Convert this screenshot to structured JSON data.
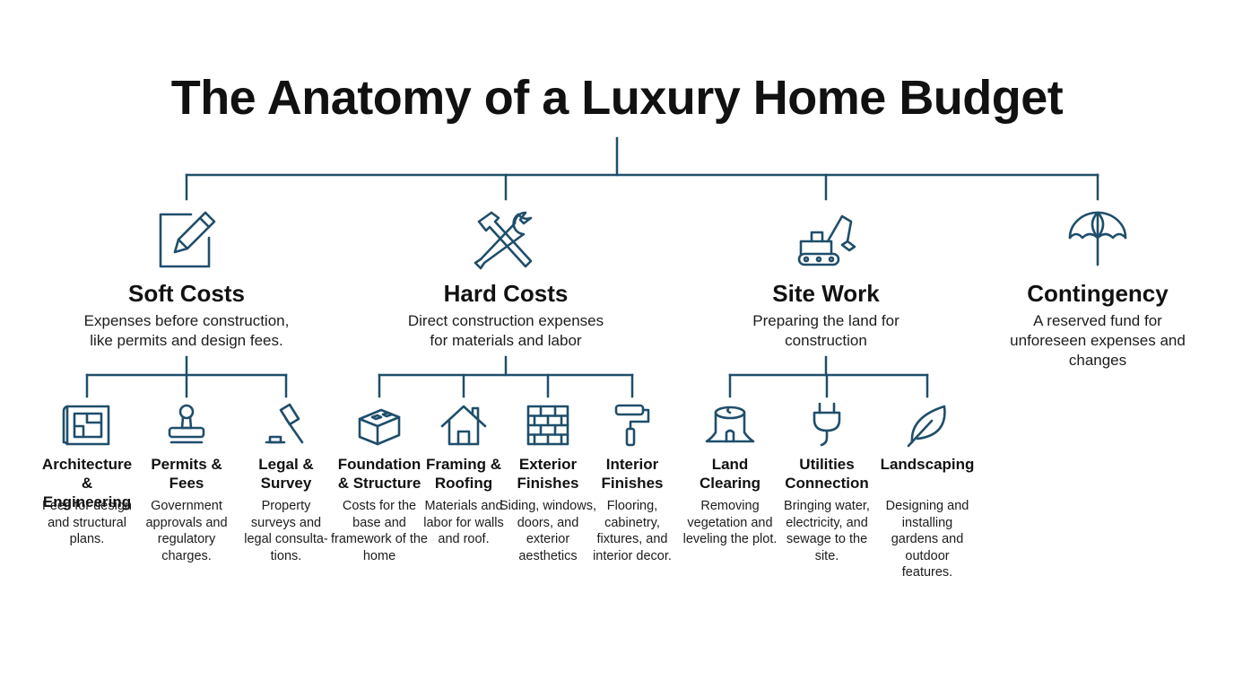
{
  "title": "The Anatomy of a Luxury Home Budget",
  "colors": {
    "line": "#1f4e6b",
    "icon": "#1f4e6b",
    "text": "#141414"
  },
  "categories": [
    {
      "id": "soft",
      "title": "Soft Costs",
      "description": "Expenses before construction, like permits and design fees.",
      "icon": "pencil-icon",
      "items": [
        {
          "title": "Architecture & Engineering",
          "description": "Fees for design and structural plans.",
          "icon": "blueprint-icon"
        },
        {
          "title": "Permits & Fees",
          "description": "Government approvals and regulatory charges.",
          "icon": "stamp-icon"
        },
        {
          "title": "Legal & Survey",
          "description": "Property surveys and legal consulta-tions.",
          "icon": "gavel-icon"
        }
      ]
    },
    {
      "id": "hard",
      "title": "Hard Costs",
      "description": "Direct construction expenses for materials and labor",
      "icon": "tools-icon",
      "items": [
        {
          "title": "Foundation & Structure",
          "description": "Costs for the base and framework of the home",
          "icon": "concrete-block-icon"
        },
        {
          "title": "Framing & Roofing",
          "description": "Materials and labor for walls and roof.",
          "icon": "house-icon"
        },
        {
          "title": "Exterior Finishes",
          "description": "Siding, windows, doors, and exterior aesthetics",
          "icon": "brick-wall-icon"
        },
        {
          "title": "Interior Finishes",
          "description": "Flooring, cabinetry, fixtures, and interior decor.",
          "icon": "paint-roller-icon"
        }
      ]
    },
    {
      "id": "site",
      "title": "Site Work",
      "description": "Preparing the land for construction",
      "icon": "excavator-icon",
      "items": [
        {
          "title": "Land Clearing",
          "description": "Removing vegetation and leveling the plot.",
          "icon": "tree-stump-icon"
        },
        {
          "title": "Utilities Connection",
          "description": "Bringing water, electricity, and sewage to the site.",
          "icon": "power-plug-icon"
        },
        {
          "title": "Landscaping",
          "description": "Designing and installing gardens and outdoor features.",
          "icon": "leaf-icon"
        }
      ]
    },
    {
      "id": "contingency",
      "title": "Contingency",
      "description": "A reserved fund for unforeseen expenses and changes",
      "icon": "umbrella-icon",
      "items": []
    }
  ]
}
